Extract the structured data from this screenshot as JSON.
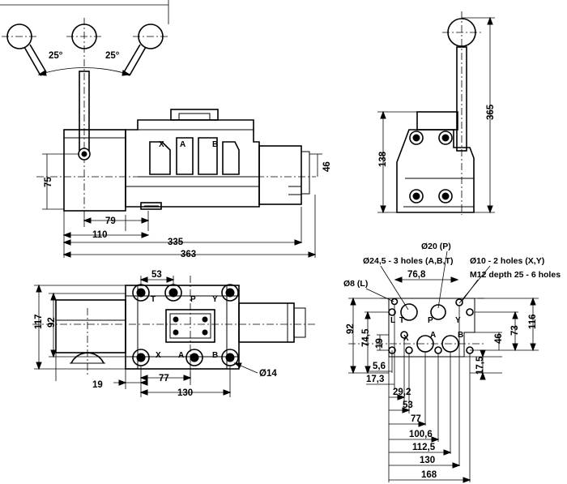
{
  "drawing": {
    "angle_left": "25°",
    "angle_right": "25°",
    "front_view": {
      "dim_75": "75",
      "dim_79": "79",
      "dim_110": "110",
      "dim_335": "335",
      "dim_363": "363",
      "dim_46": "46",
      "port_x": "X",
      "port_a": "A",
      "port_b": "B"
    },
    "side_view": {
      "dim_138": "138",
      "dim_365": "365"
    },
    "top_view": {
      "dim_53": "53",
      "dim_117": "117",
      "dim_92": "92",
      "dim_19": "19",
      "dim_77": "77",
      "dim_130": "130",
      "hole_d14": "Ø14",
      "port_x": "X",
      "port_a": "A",
      "port_b": "B",
      "port_t": "T",
      "port_p": "P",
      "port_y": "Y"
    },
    "interface": {
      "note_d24": "Ø24,5 - 3 holes (A,B,T)",
      "note_d20": "Ø20 (P)",
      "note_d10": "Ø10 - 2 holes (X,Y)",
      "note_m12": "M12 depth 25 - 6 holes",
      "note_d8": "Ø8 (L)",
      "dim_76_8": "76,8",
      "dim_92": "92",
      "dim_74_5": "74,5",
      "dim_19": "19",
      "dim_5_6": "5,6",
      "dim_17_3": "17,3",
      "dim_29_2": "29,2",
      "dim_53": "53",
      "dim_77": "77",
      "dim_100_6": "100,6",
      "dim_112_5": "112,5",
      "dim_130": "130",
      "dim_168": "168",
      "dim_116": "116",
      "dim_73": "73",
      "dim_46": "46",
      "dim_17_5": "17,5",
      "port_l": "L",
      "port_t": "T",
      "port_p": "P",
      "port_x": "X",
      "port_y": "Y",
      "port_a": "A",
      "port_b": "B"
    }
  }
}
